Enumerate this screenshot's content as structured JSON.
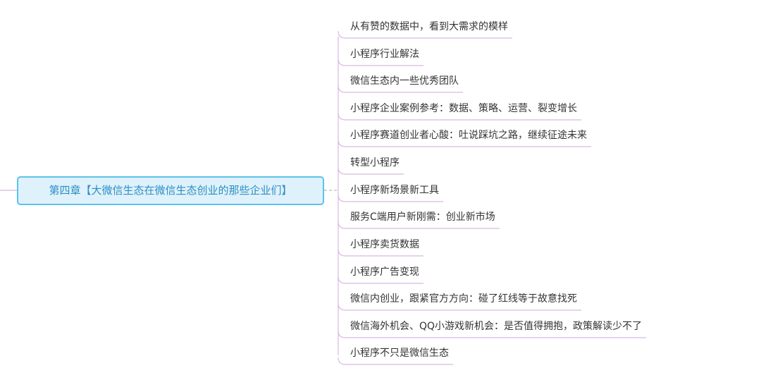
{
  "mindmap": {
    "central": "第四章【大微信生态在微信生态创业的那些企业们】",
    "branches": [
      "从有赞的数据中，看到大需求的模样",
      "小程序行业解法",
      "微信生态内一些优秀团队",
      "小程序企业案例参考：数据、策略、运营、裂变增长",
      "小程序赛道创业者心酸：吐说踩坑之路，继续征途未来",
      "转型小程序",
      "小程序新场景新工具",
      "服务C端用户新刚需：创业新市场",
      "小程序卖货数据",
      "小程序广告变现",
      "微信内创业，跟紧官方方向：碰了红线等于故意找死",
      "微信海外机会、QQ小游戏新机会：是否值得拥抱，政策解读少不了",
      "小程序不只是微信生态"
    ]
  },
  "colors": {
    "central_fill": "#dff1fb",
    "central_border": "#5cc2ea",
    "central_text": "#2b8fc4",
    "branch_line": "#d9b8e4",
    "branch_text": "#333333"
  }
}
